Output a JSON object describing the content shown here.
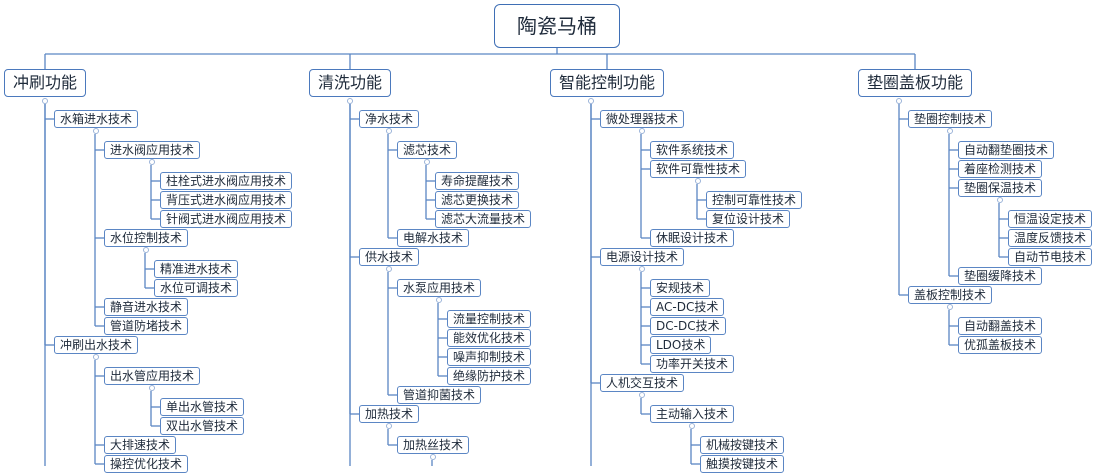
{
  "root": "陶瓷马桶",
  "categories": [
    {
      "label": "冲刷功能",
      "children": [
        {
          "label": "水箱进水技术",
          "children": [
            {
              "label": "进水阀应用技术",
              "children": [
                {
                  "label": "柱栓式进水阀应用技术"
                },
                {
                  "label": "背压式进水阀应用技术"
                },
                {
                  "label": "针阀式进水阀应用技术"
                }
              ]
            },
            {
              "label": "水位控制技术",
              "children": [
                {
                  "label": "精准进水技术"
                },
                {
                  "label": "水位可调技术"
                }
              ]
            },
            {
              "label": "静音进水技术"
            },
            {
              "label": "管道防堵技术"
            }
          ]
        },
        {
          "label": "冲刷出水技术",
          "children": [
            {
              "label": "出水管应用技术",
              "children": [
                {
                  "label": "单出水管技术"
                },
                {
                  "label": "双出水管技术"
                }
              ]
            },
            {
              "label": "大排速技术"
            },
            {
              "label": "操控优化技术"
            }
          ]
        }
      ]
    },
    {
      "label": "清洗功能",
      "children": [
        {
          "label": "净水技术",
          "children": [
            {
              "label": "滤芯技术",
              "children": [
                {
                  "label": "寿命提醒技术"
                },
                {
                  "label": "滤芯更换技术"
                },
                {
                  "label": "滤芯大流量技术"
                }
              ]
            },
            {
              "label": "电解水技术"
            }
          ]
        },
        {
          "label": "供水技术",
          "children": [
            {
              "label": "水泵应用技术",
              "children": [
                {
                  "label": "流量控制技术"
                },
                {
                  "label": "能效优化技术"
                },
                {
                  "label": "噪声抑制技术"
                },
                {
                  "label": "绝缘防护技术"
                }
              ]
            },
            {
              "label": "管道抑菌技术"
            }
          ]
        },
        {
          "label": "加热技术",
          "children": [
            {
              "label": "加热丝技术",
              "children": []
            }
          ]
        }
      ]
    },
    {
      "label": "智能控制功能",
      "children": [
        {
          "label": "微处理器技术",
          "children": [
            {
              "label": "软件系统技术"
            },
            {
              "label": "软件可靠性技术",
              "children": [
                {
                  "label": "控制可靠性技术"
                },
                {
                  "label": "复位设计技术"
                }
              ]
            },
            {
              "label": "休眠设计技术"
            }
          ]
        },
        {
          "label": "电源设计技术",
          "children": [
            {
              "label": "安规技术"
            },
            {
              "label": "AC-DC技术"
            },
            {
              "label": "DC-DC技术"
            },
            {
              "label": "LDO技术"
            },
            {
              "label": "功率开关技术"
            }
          ]
        },
        {
          "label": "人机交互技术",
          "children": [
            {
              "label": "主动输入技术",
              "children": [
                {
                  "label": "机械按键技术"
                },
                {
                  "label": "触摸按键技术"
                }
              ]
            }
          ]
        }
      ]
    },
    {
      "label": "垫圈盖板功能",
      "children": [
        {
          "label": "垫圈控制技术",
          "children": [
            {
              "label": "自动翻垫圈技术"
            },
            {
              "label": "着座检测技术"
            },
            {
              "label": "垫圈保温技术",
              "children": [
                {
                  "label": "恒温设定技术"
                },
                {
                  "label": "温度反馈技术"
                },
                {
                  "label": "自动节电技术"
                }
              ]
            },
            {
              "label": "垫圈缓降技术"
            }
          ]
        },
        {
          "label": "盖板控制技术",
          "children": [
            {
              "label": "自动翻盖技术"
            },
            {
              "label": "优孤盖板技术"
            }
          ]
        }
      ]
    }
  ]
}
